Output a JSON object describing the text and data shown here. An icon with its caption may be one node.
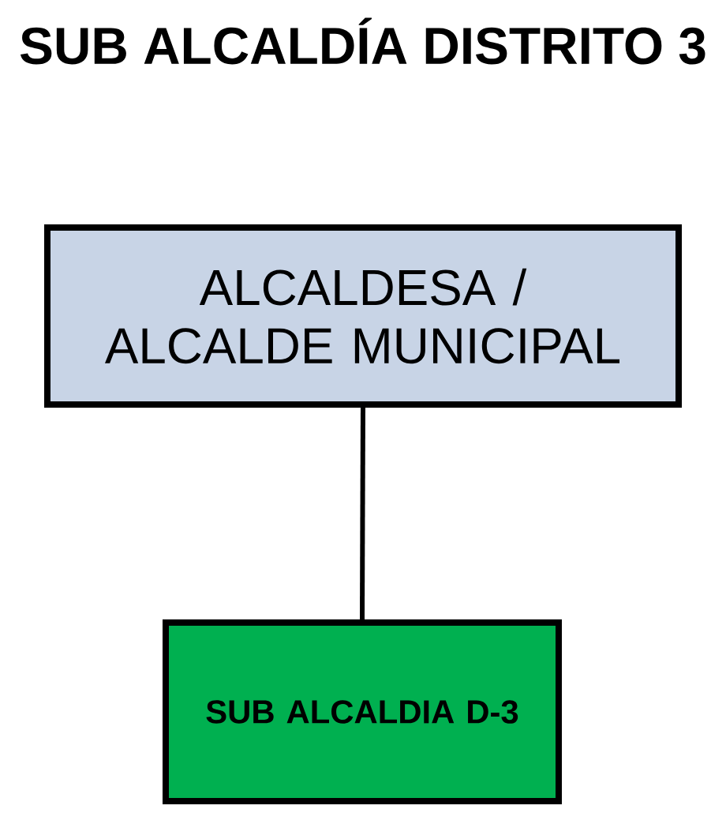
{
  "diagram": {
    "title": "SUB ALCALDÍA DISTRITO 3",
    "nodes": [
      {
        "text": [
          "ALCALDESA / ALCALDE MUNICIPAL"
        ]
      },
      {
        "text": [
          "SUB ALCALDIA D-3"
        ]
      }
    ],
    "edges": [
      {
        "from": 0,
        "to": 1,
        "arrow": "none"
      }
    ]
  }
}
